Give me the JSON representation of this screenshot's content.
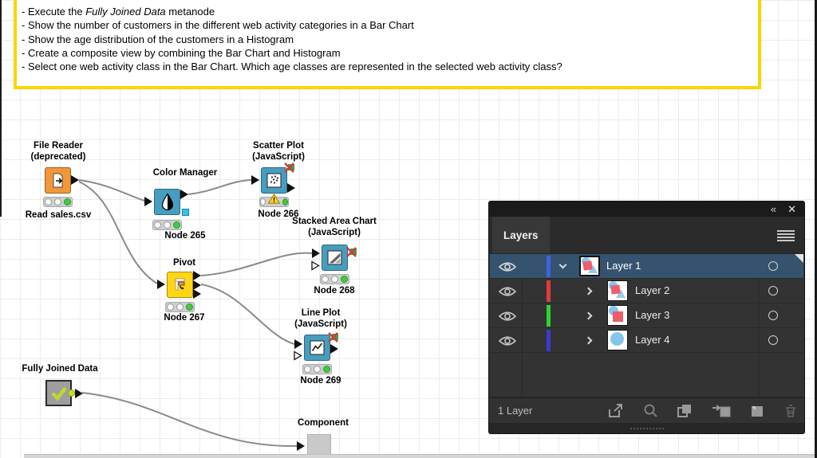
{
  "annotation": {
    "line1_prefix": "- Execute the ",
    "line1_italic": "Fully Joined Data",
    "line1_suffix": " metanode",
    "line2": "- Show the number of customers in the different web activity categories in a Bar Chart",
    "line3": "- Show the age distribution of the customers in a Histogram",
    "line4": "- Create a composite view by combining the Bar Chart and Histogram",
    "line5": "- Select one web activity class in the Bar Chart. Which age classes are represented in the selected web activity class?",
    "border_color": "#FFD400"
  },
  "workflow": {
    "node_colors": {
      "source_orange": "#F0973C",
      "view_blue": "#479DC0",
      "manipulator_yellow": "#FFD616",
      "metanode_gray": "#9E9E9E",
      "component_gray": "#C9C9C9"
    },
    "nodes": {
      "file_reader": {
        "title1": "File Reader",
        "title2": "(deprecated)",
        "label": "Read sales.csv",
        "color": "#F0973C"
      },
      "color_manager": {
        "title1": "Color Manager",
        "label": "Node 265",
        "color": "#479DC0"
      },
      "scatter_plot": {
        "title1": "Scatter Plot",
        "title2": "(JavaScript)",
        "label": "Node 266",
        "color": "#479DC0"
      },
      "pivot": {
        "title1": "Pivot",
        "label": "Node 267",
        "color": "#FFD616"
      },
      "stacked_area": {
        "title1": "Stacked Area Chart",
        "title2": "(JavaScript)",
        "label": "Node 268",
        "color": "#479DC0"
      },
      "line_plot": {
        "title1": "Line Plot",
        "title2": "(JavaScript)",
        "label": "Node 269",
        "color": "#479DC0"
      },
      "fully_joined": {
        "title1": "Fully Joined Data",
        "color": "#9E9E9E"
      },
      "component": {
        "title1": "Component",
        "color": "#C9C9C9"
      }
    }
  },
  "layers_panel": {
    "tab": "Layers",
    "collapse_icon": "«",
    "close_icon": "✕",
    "selected_row_color": "#35536E",
    "rows": [
      {
        "name": "Layer 1",
        "bar_color": "#3F62E0",
        "selected": true,
        "expanded": true
      },
      {
        "name": "Layer 2",
        "bar_color": "#E23A3A",
        "selected": false,
        "expanded": false
      },
      {
        "name": "Layer 3",
        "bar_color": "#2FD42F",
        "selected": false,
        "expanded": false
      },
      {
        "name": "Layer 4",
        "bar_color": "#3A3AD4",
        "selected": false,
        "expanded": false
      }
    ],
    "status": "1 Layer",
    "toolbar_icons": [
      "collect-for-export",
      "locate-object",
      "make-clipping-mask",
      "new-sublayer",
      "new-layer",
      "delete-selection"
    ]
  }
}
